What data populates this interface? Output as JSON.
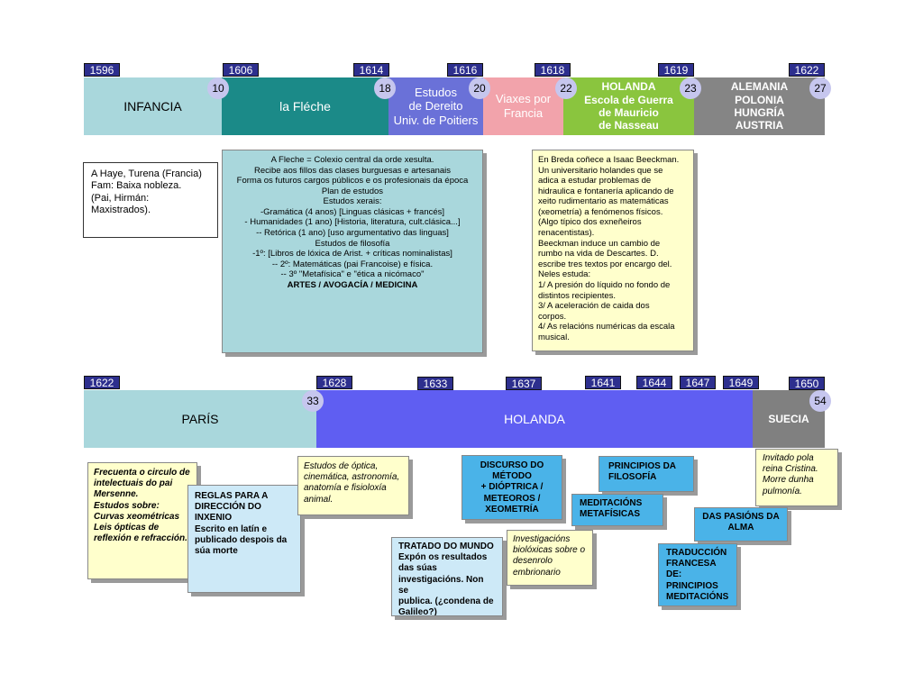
{
  "colors": {
    "year_tag": "#2d2f8e",
    "infancia": "#a9d7dc",
    "fleche": "#1b8a88",
    "estudos": "#6a71d8",
    "viaxes": "#f2a3ab",
    "holanda1": "#8ac53e",
    "alemania": "#858585",
    "paris": "#a9d7dc",
    "holanda2": "#5f5ef2",
    "suecia": "#808080",
    "age_circle": "#c6c6ee"
  },
  "timeline1": {
    "years": [
      "1596",
      "1606",
      "1614",
      "1616",
      "1618",
      "1619",
      "1622"
    ],
    "segments": [
      {
        "label": "INFANCIA"
      },
      {
        "label": "la Fléche"
      },
      {
        "label": "Estudos\nde Dereito\nUniv. de Poitiers"
      },
      {
        "label": "Viaxes por\nFrancia"
      },
      {
        "label": "HOLANDA\nEscola de Guerra\nde Mauricio\nde Nasseau"
      },
      {
        "label": "ALEMANIA\nPOLONIA\nHUNGRÍA\nAUSTRIA"
      }
    ],
    "ages": [
      "10",
      "18",
      "20",
      "22",
      "23",
      "27"
    ]
  },
  "timeline2": {
    "years": [
      "1622",
      "1628",
      "1633",
      "1637",
      "1641",
      "1644",
      "1647",
      "1649",
      "1650"
    ],
    "segments": [
      {
        "label": "PARÍS"
      },
      {
        "label": "HOLANDA"
      },
      {
        "label": "SUECIA"
      }
    ],
    "ages": [
      "33",
      "54"
    ]
  },
  "notes": {
    "haye": [
      "A Haye, Turena (Francia)",
      "",
      "Fam: Baixa nobleza.",
      "(Pai, Hirmán: Maxistrados)."
    ],
    "fleche": [
      "A Fleche = Colexio central da orde xesulta.",
      "Recibe aos fillos das clases burguesas e artesanais",
      "Forma os futuros cargos públicos e os profesionais da época",
      "",
      "Plan de estudos",
      "",
      "Estudos xerais:",
      "-Gramática (4 anos) [Linguas clásicas + francés]",
      "- Humanidades (1 ano) [Historia, literatura, cult.clásica...]",
      "-- Retórica (1 ano) [uso argumentativo das linguas]",
      "",
      "Estudos de filosofía",
      "-1º: [Libros de lóxica de Arist. + críticas nominalistas]",
      "-- 2º: Matemáticas (pai Francoise) e física.",
      "-- 3º \"Metafísica\" e \"ética a nicómaco\"",
      "",
      "ARTES / AVOGACÍA / MEDICINA"
    ],
    "beeckman": [
      "En Breda coñece a Isaac Beeckman.",
      "Un universitario holandes que se",
      "adica a estudar problemas de",
      "hidraulica e fontanería aplicando de",
      "xeito rudimentario as matemáticas",
      "(xeometría) a fenómenos físicos.",
      "(Algo típico dos exneñeiros",
      "renacentistas).",
      "Beeckman induce un cambio de",
      "rumbo na vida de Descartes. D.",
      "escribe tres textos por encargo del.",
      "Neles estuda:",
      "1/ A presión do líquido no fondo de",
      "distintos recipientes.",
      "3/ A aceleración de caida dos",
      "corpos.",
      "4/ As relacións numéricas da escala",
      "musical."
    ],
    "mersenne": [
      "Frecuenta o circulo de",
      "intelectuais do pai",
      "Mersenne.",
      "Estudos sobre:",
      "Curvas xeométricas",
      "Leis ópticas de",
      "reflexión e refracción."
    ],
    "reglas": [
      "REGLAS PARA A",
      "DIRECCIÓN DO",
      "INXENIO",
      "",
      "Escrito en latín e",
      "publicado despois da",
      "súa morte"
    ],
    "optica": [
      "Estudos de óptica,",
      "cinemática, astronomía,",
      "anatomía e fisioloxía",
      "animal."
    ],
    "tratado": [
      "TRATADO DO MUNDO",
      "Expón os resultados",
      "das súas",
      "investigacións. Non se",
      "publica. (¿condena de",
      "Galileo?)"
    ],
    "discurso": [
      "DISCURSO DO",
      "MÉTODO",
      "+ DIÓPTRICA /",
      "METEOROS /",
      "XEOMETRÍA"
    ],
    "investigacions": [
      "Investigacións",
      "biolóxicas sobre o",
      "desenrolo",
      "embrionario"
    ],
    "principios": [
      "PRINCIPIOS DA",
      "FILOSOFÍA"
    ],
    "meditacions": [
      "MEDITACIÓNS",
      "METAFÍSICAS"
    ],
    "pasions": [
      "DAS PASIÓNS DA",
      "ALMA"
    ],
    "traduccion": [
      "TRADUCCIÓN",
      "FRANCESA",
      "DE:",
      "PRINCIPIOS",
      "MEDITACIÓNS"
    ],
    "cristina": [
      "Invitado pola",
      "reina Cristina.",
      "Morre dunha",
      "pulmonía."
    ]
  }
}
